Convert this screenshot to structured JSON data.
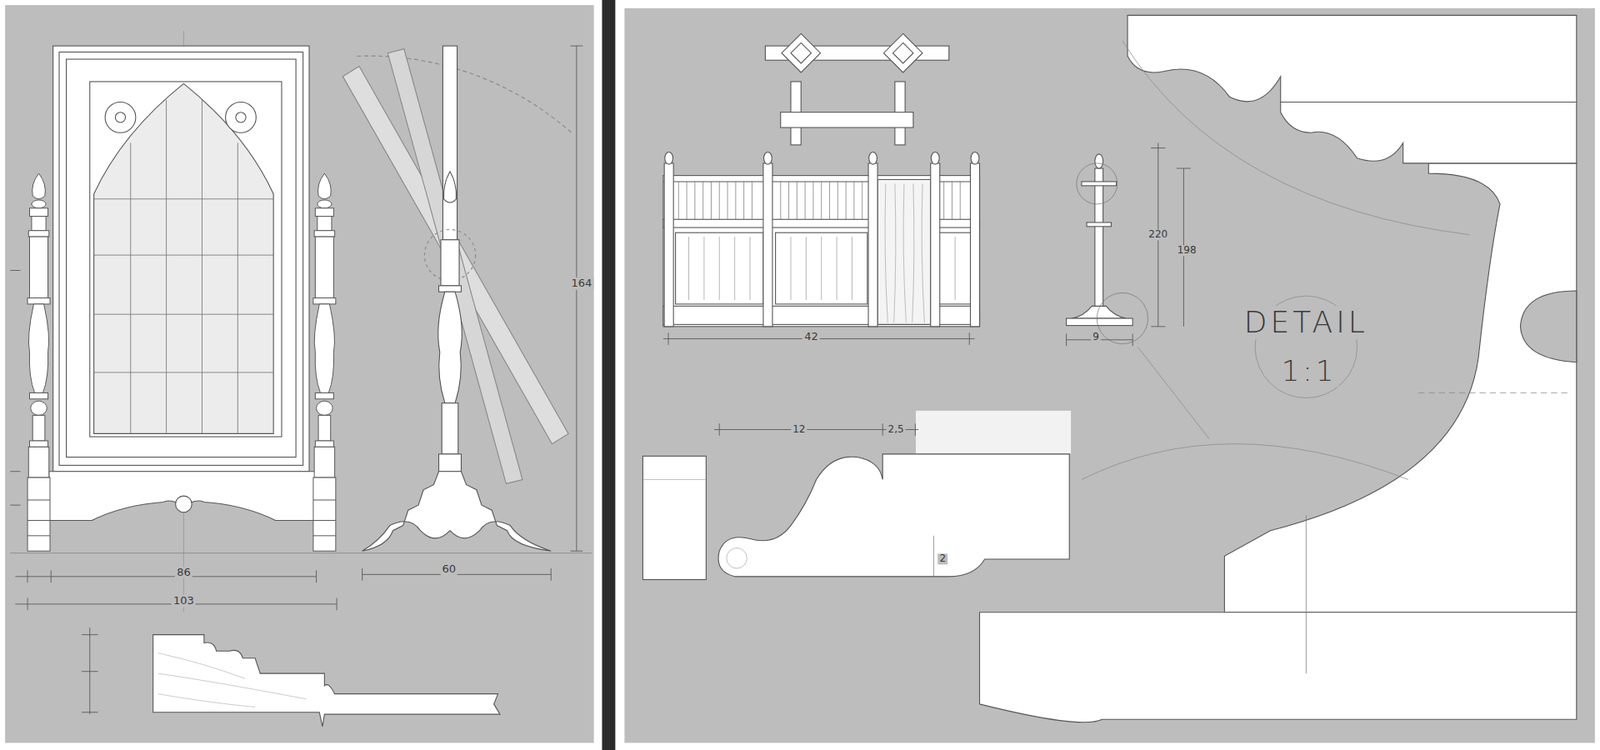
{
  "diagram": {
    "labels": [
      "86",
      "103",
      "60",
      "164",
      "42",
      "220",
      "198",
      "9",
      "DETAIL",
      "1:1",
      "12",
      "2,5",
      "2"
    ]
  }
}
